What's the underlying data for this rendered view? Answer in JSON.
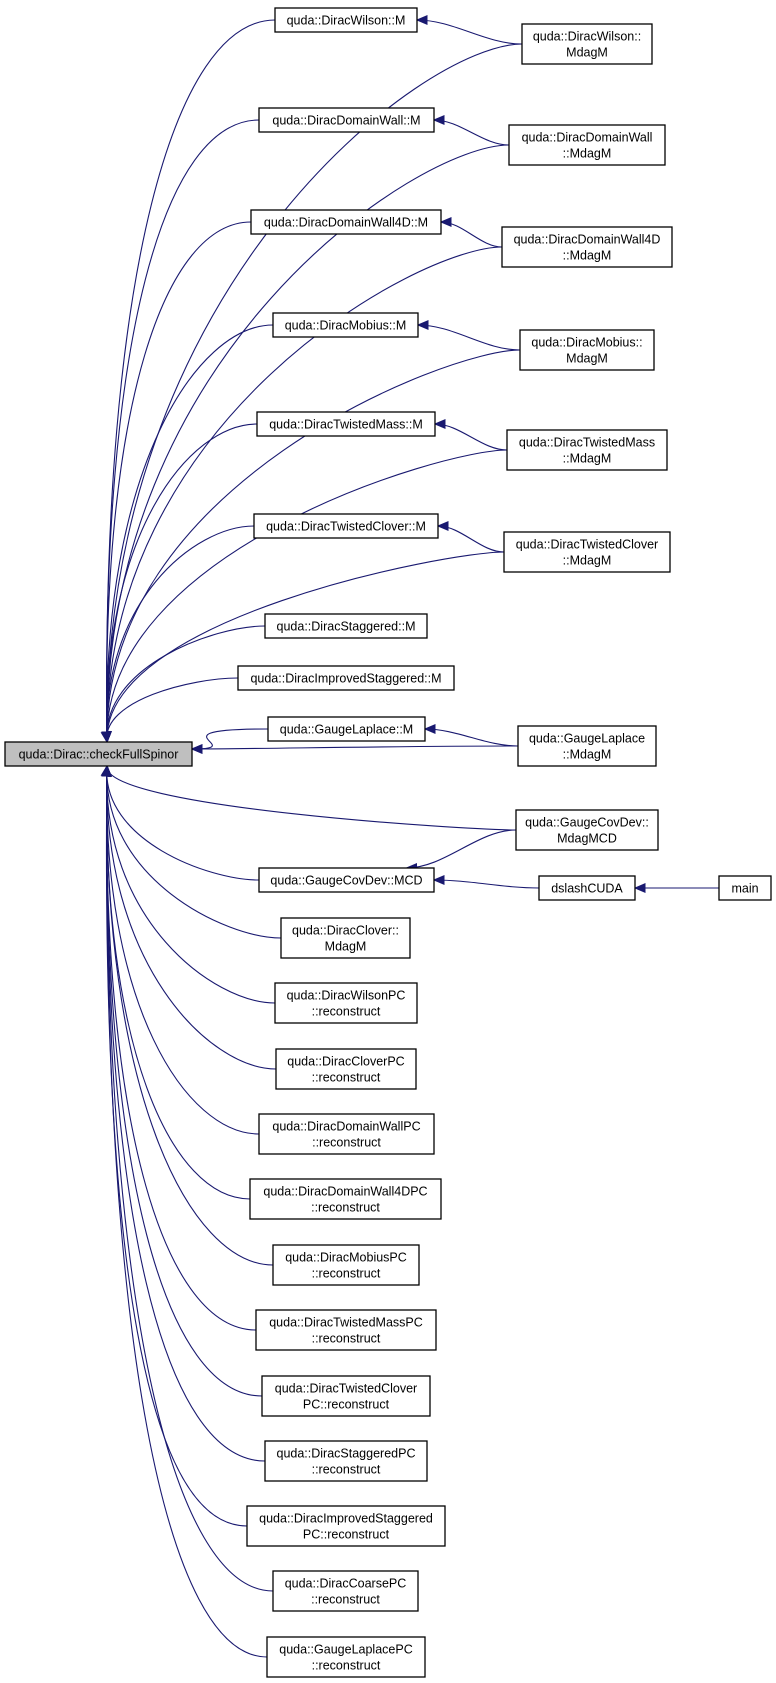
{
  "graph": {
    "title": "",
    "nodes": [
      {
        "id": "root",
        "lines": [
          "quda::Dirac::checkFullSpinor"
        ],
        "root": true
      },
      {
        "id": "wilson_m",
        "lines": [
          "quda::DiracWilson::M"
        ]
      },
      {
        "id": "wilson_mdagm",
        "lines": [
          "quda::DiracWilson::",
          "MdagM"
        ]
      },
      {
        "id": "dw_m",
        "lines": [
          "quda::DiracDomainWall::M"
        ]
      },
      {
        "id": "dw_mdagm",
        "lines": [
          "quda::DiracDomainWall",
          "::MdagM"
        ]
      },
      {
        "id": "dw4d_m",
        "lines": [
          "quda::DiracDomainWall4D::M"
        ]
      },
      {
        "id": "dw4d_mdagm",
        "lines": [
          "quda::DiracDomainWall4D",
          "::MdagM"
        ]
      },
      {
        "id": "mobius_m",
        "lines": [
          "quda::DiracMobius::M"
        ]
      },
      {
        "id": "mobius_mdagm",
        "lines": [
          "quda::DiracMobius::",
          "MdagM"
        ]
      },
      {
        "id": "tm_m",
        "lines": [
          "quda::DiracTwistedMass::M"
        ]
      },
      {
        "id": "tm_mdagm",
        "lines": [
          "quda::DiracTwistedMass",
          "::MdagM"
        ]
      },
      {
        "id": "tc_m",
        "lines": [
          "quda::DiracTwistedClover::M"
        ]
      },
      {
        "id": "tc_mdagm",
        "lines": [
          "quda::DiracTwistedClover",
          "::MdagM"
        ]
      },
      {
        "id": "stag_m",
        "lines": [
          "quda::DiracStaggered::M"
        ]
      },
      {
        "id": "istag_m",
        "lines": [
          "quda::DiracImprovedStaggered::M"
        ]
      },
      {
        "id": "gl_m",
        "lines": [
          "quda::GaugeLaplace::M"
        ]
      },
      {
        "id": "gl_mdagm",
        "lines": [
          "quda::GaugeLaplace",
          "::MdagM"
        ]
      },
      {
        "id": "gcd_mdagmcd",
        "lines": [
          "quda::GaugeCovDev::",
          "MdagMCD"
        ]
      },
      {
        "id": "gcd_mcd",
        "lines": [
          "quda::GaugeCovDev::MCD"
        ]
      },
      {
        "id": "dslash",
        "lines": [
          "dslashCUDA"
        ]
      },
      {
        "id": "main",
        "lines": [
          "main"
        ]
      },
      {
        "id": "clover_mdagm",
        "lines": [
          "quda::DiracClover::",
          "MdagM"
        ]
      },
      {
        "id": "wilsonpc",
        "lines": [
          "quda::DiracWilsonPC",
          "::reconstruct"
        ]
      },
      {
        "id": "cloverpc",
        "lines": [
          "quda::DiracCloverPC",
          "::reconstruct"
        ]
      },
      {
        "id": "dwpc",
        "lines": [
          "quda::DiracDomainWallPC",
          "::reconstruct"
        ]
      },
      {
        "id": "dw4dpc",
        "lines": [
          "quda::DiracDomainWall4DPC",
          "::reconstruct"
        ]
      },
      {
        "id": "mobiuspc",
        "lines": [
          "quda::DiracMobiusPC",
          "::reconstruct"
        ]
      },
      {
        "id": "tmpc",
        "lines": [
          "quda::DiracTwistedMassPC",
          "::reconstruct"
        ]
      },
      {
        "id": "tcpc",
        "lines": [
          "quda::DiracTwistedClover",
          "PC::reconstruct"
        ]
      },
      {
        "id": "stagpc",
        "lines": [
          "quda::DiracStaggeredPC",
          "::reconstruct"
        ]
      },
      {
        "id": "istagpc",
        "lines": [
          "quda::DiracImprovedStaggered",
          "PC::reconstruct"
        ]
      },
      {
        "id": "coarsepc",
        "lines": [
          "quda::DiracCoarsePC",
          "::reconstruct"
        ]
      },
      {
        "id": "glpc",
        "lines": [
          "quda::GaugeLaplacePC",
          "::reconstruct"
        ]
      }
    ],
    "edges": [
      {
        "from": "wilson_m",
        "to": "root"
      },
      {
        "from": "wilson_mdagm",
        "to": "root"
      },
      {
        "from": "wilson_mdagm",
        "to": "wilson_m"
      },
      {
        "from": "dw_m",
        "to": "root"
      },
      {
        "from": "dw_mdagm",
        "to": "root"
      },
      {
        "from": "dw_mdagm",
        "to": "dw_m"
      },
      {
        "from": "dw4d_m",
        "to": "root"
      },
      {
        "from": "dw4d_mdagm",
        "to": "root"
      },
      {
        "from": "dw4d_mdagm",
        "to": "dw4d_m"
      },
      {
        "from": "mobius_m",
        "to": "root"
      },
      {
        "from": "mobius_mdagm",
        "to": "root"
      },
      {
        "from": "mobius_mdagm",
        "to": "mobius_m"
      },
      {
        "from": "tm_m",
        "to": "root"
      },
      {
        "from": "tm_mdagm",
        "to": "root"
      },
      {
        "from": "tm_mdagm",
        "to": "tm_m"
      },
      {
        "from": "tc_m",
        "to": "root"
      },
      {
        "from": "tc_mdagm",
        "to": "root"
      },
      {
        "from": "tc_mdagm",
        "to": "tc_m"
      },
      {
        "from": "stag_m",
        "to": "root"
      },
      {
        "from": "istag_m",
        "to": "root"
      },
      {
        "from": "gl_m",
        "to": "root"
      },
      {
        "from": "gl_mdagm",
        "to": "root"
      },
      {
        "from": "gl_mdagm",
        "to": "gl_m"
      },
      {
        "from": "gcd_mdagmcd",
        "to": "root"
      },
      {
        "from": "gcd_mdagmcd",
        "to": "gcd_mcd"
      },
      {
        "from": "gcd_mcd",
        "to": "root"
      },
      {
        "from": "dslash",
        "to": "gcd_mcd"
      },
      {
        "from": "main",
        "to": "dslash"
      },
      {
        "from": "clover_mdagm",
        "to": "root"
      },
      {
        "from": "wilsonpc",
        "to": "root"
      },
      {
        "from": "cloverpc",
        "to": "root"
      },
      {
        "from": "dwpc",
        "to": "root"
      },
      {
        "from": "dw4dpc",
        "to": "root"
      },
      {
        "from": "mobiuspc",
        "to": "root"
      },
      {
        "from": "tmpc",
        "to": "root"
      },
      {
        "from": "tcpc",
        "to": "root"
      },
      {
        "from": "stagpc",
        "to": "root"
      },
      {
        "from": "istagpc",
        "to": "root"
      },
      {
        "from": "coarsepc",
        "to": "root"
      },
      {
        "from": "glpc",
        "to": "root"
      }
    ],
    "colors": {
      "edge": "#191970",
      "root_fill": "#bfbfbf",
      "node_fill": "#ffffff",
      "border": "#000000"
    }
  }
}
